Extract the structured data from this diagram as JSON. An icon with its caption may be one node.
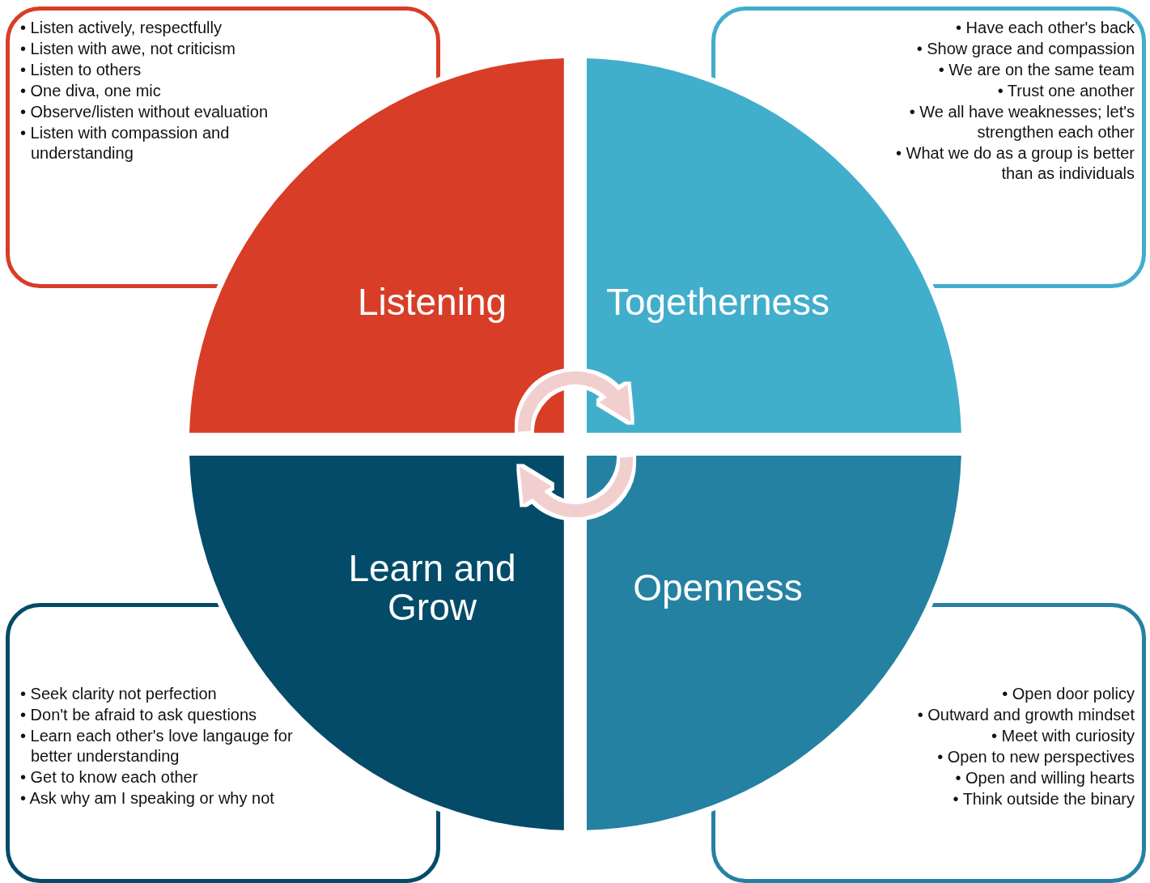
{
  "diagram": {
    "nodes": [
      {
        "text": [
          "• Listen actively, respectfully",
          "• Listen with awe, not criticism",
          "• Listen to others",
          "• One diva, one mic",
          "• Observe/listen without evaluation",
          "• Listen with compassion and understanding"
        ]
      },
      {
        "text": [
          "• Have each other's back",
          "• Show grace and compassion",
          "• We are on the same team",
          "• Trust one another",
          "• We all have weaknesses; let's strengthen each other",
          "• What we do as a group is better than as individuals"
        ]
      },
      {
        "text": [
          "Listening"
        ]
      },
      {
        "text": [
          "Togetherness"
        ]
      },
      {
        "text": [
          "Learn and Grow"
        ]
      },
      {
        "text": [
          "Openness"
        ]
      },
      {
        "text": [
          "• Seek clarity not perfection",
          "• Don't be afraid to ask questions",
          "• Learn each other's love langauge for better understanding",
          "• Get to know each other",
          "• Ask why am I speaking or why not"
        ]
      },
      {
        "text": [
          "• Open door policy",
          "• Outward and growth mindset",
          "• Meet with curiosity",
          "• Open to new perspectives",
          "• Open and willing hearts",
          "• Think outside the binary"
        ]
      }
    ],
    "edges": [
      {
        "from": 2,
        "to": 3,
        "arrow": "to"
      },
      {
        "from": 5,
        "to": 4,
        "arrow": "to"
      }
    ]
  }
}
